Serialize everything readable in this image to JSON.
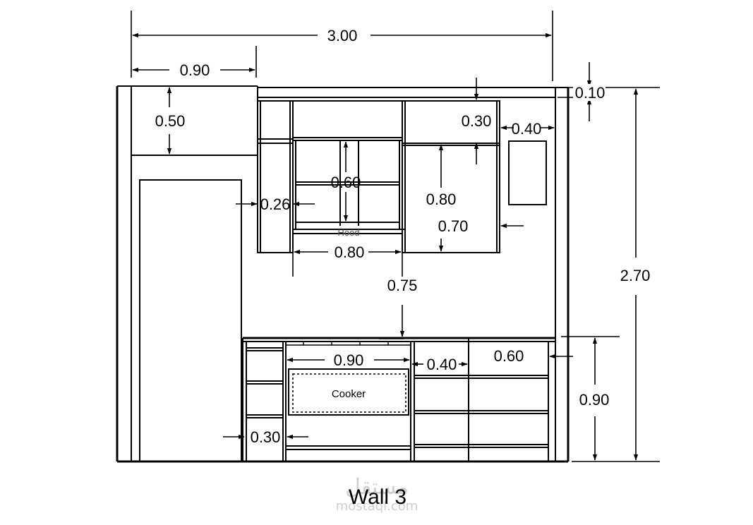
{
  "title": "Wall 3",
  "watermark": {
    "arabic": "مستقل",
    "latin": "mostaql.com"
  },
  "labels": {
    "hood": "Hood",
    "cooker": "Cooker"
  },
  "dimensions": {
    "total_width": "3.00",
    "tall_unit_width": "0.90",
    "tall_unit_top": "0.50",
    "ceiling_gap": "0.10",
    "top_cabinet_height": "0.30",
    "side_gap": "0.40",
    "shelf_height": "0.60",
    "side_shelf_width": "0.26",
    "upper_cabinet_height": "0.80",
    "upper_cabinet_width": "0.70",
    "hood_width": "0.80",
    "clearance": "0.75",
    "total_height": "2.70",
    "cooker_width": "0.90",
    "base_gap": "0.40",
    "drawer_width": "0.60",
    "base_height": "0.90",
    "base_shelf_width": "0.30"
  }
}
